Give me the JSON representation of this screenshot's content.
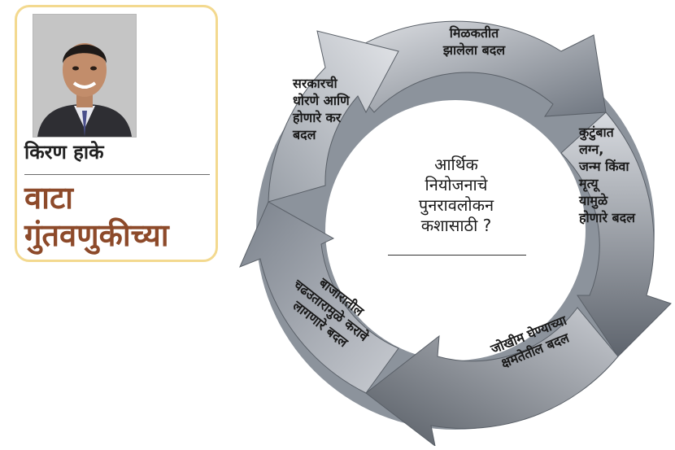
{
  "header": {
    "author": "किरण हाके",
    "column_title": "वाटा\nगुंतवणुकीच्या"
  },
  "diagram": {
    "center": "आर्थिक\nनियोजनाचे\nपुनरावलोकन\nकशासाठी ?",
    "steps": [
      "मिळकतीत\nझालेला बदल",
      "कुटुंबात\nलग्न,\nजन्म किंवा\nमृत्यू\nयामुळे\nहोणारे बदल",
      "जोखीम घेण्याच्या\nक्षमतेतील बदल",
      "बाजारातील\nचढउतारामुळे करावे\nलागणारे बदल",
      "सरकारची\nधोरणे आणि\nहोणारे कर\nबदल"
    ],
    "colors": {
      "arrow_light": "#c9ccd2",
      "arrow_dark": "#6f7680",
      "card_border": "#f3d98f",
      "title_color": "#8d4a2a"
    }
  }
}
